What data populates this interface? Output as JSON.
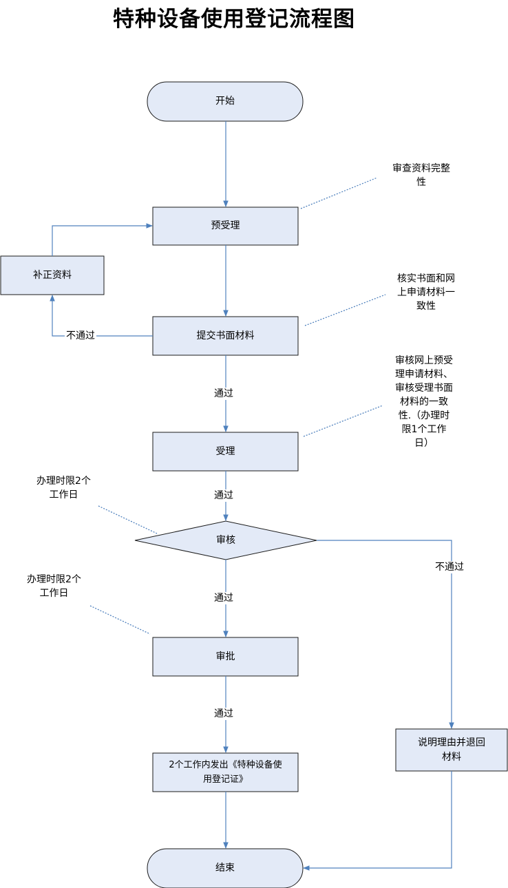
{
  "title": "特种设备使用登记流程图",
  "nodes": {
    "start": "开始",
    "pre_accept": "预受理",
    "supplement": "补正资料",
    "submit": "提交书面材料",
    "accept": "受理",
    "review": "审核",
    "approve": "审批",
    "issue_line1": "2个工作内发出《特种设备使",
    "issue_line2": "用登记证》",
    "reject_line1": "说明理由并退回",
    "reject_line2": "材料",
    "end": "结束"
  },
  "edge_labels": {
    "submit_fail": "不通过",
    "submit_pass": "通过",
    "accept_pass": "通过",
    "review_pass": "通过",
    "review_fail": "不通过",
    "approve_pass": "通过"
  },
  "notes": {
    "pre_accept": [
      "审查资料完整",
      "性"
    ],
    "submit": [
      "核实书面和网",
      "上申请材料一",
      "致性"
    ],
    "accept": [
      "审核网上预受",
      "理申请材料、",
      "审核受理书面",
      "材料的一致",
      "性.（办理时",
      "限1个工作",
      "日）"
    ],
    "review": [
      "办理时限2个",
      "工作日"
    ],
    "approve": [
      "办理时限2个",
      "工作日"
    ]
  },
  "colors": {
    "node_fill": "#e3eaf7",
    "node_stroke": "#1a1a1a",
    "arrow": "#4f81bd",
    "dotted": "#4f81bd"
  }
}
